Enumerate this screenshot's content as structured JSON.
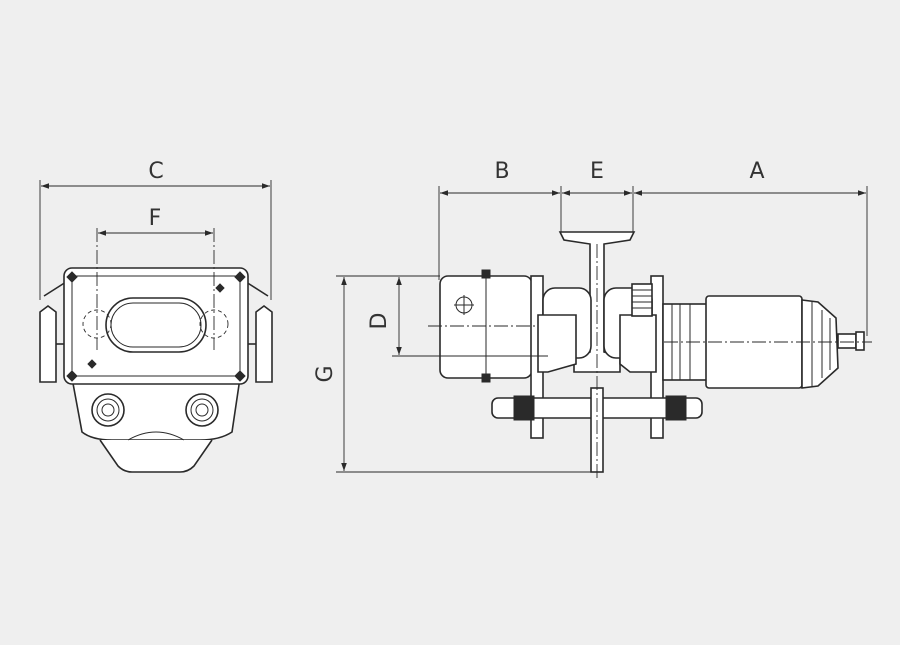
{
  "colors": {
    "background": "#efefef",
    "line": "#2a2a2a",
    "fill": "#ffffff"
  },
  "dimensions": {
    "A": "A",
    "B": "B",
    "C": "C",
    "D": "D",
    "E": "E",
    "F": "F",
    "G": "G"
  }
}
